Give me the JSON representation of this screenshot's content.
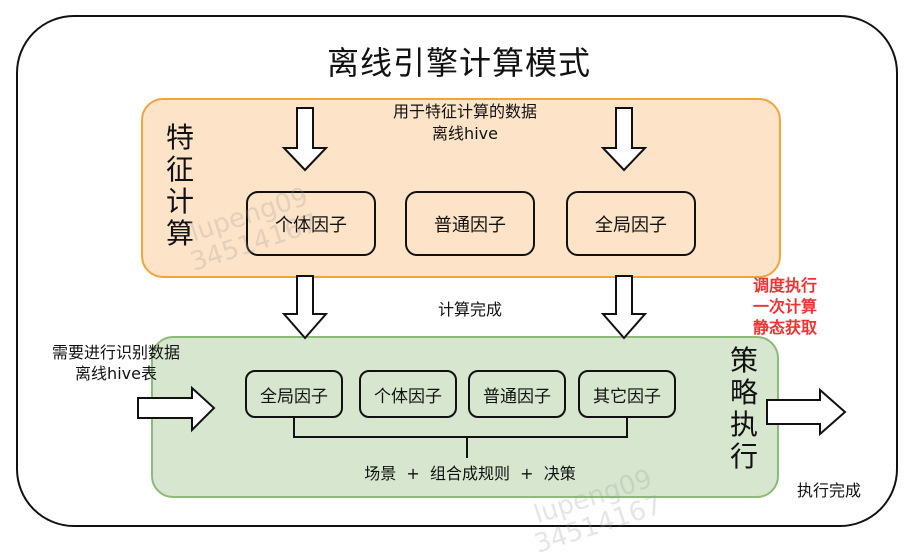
{
  "title": "离线引擎计算模式",
  "feature_section": {
    "side_label": "特征计算",
    "source_label_line1": "用于特征计算的数据",
    "source_label_line2": "离线hive",
    "factors": [
      "个体因子",
      "普通因子",
      "全局因子"
    ]
  },
  "transition_label": "计算完成",
  "schedule_note": [
    "调度执行",
    "一次计算",
    "静态获取"
  ],
  "strategy_section": {
    "side_label": "策略执行",
    "input_label_line1": "需要进行识别数据",
    "input_label_line2": "离线hive表",
    "factors": [
      "全局因子",
      "个体因子",
      "普通因子",
      "其它因子"
    ],
    "combine_label": "场景  +  组合成规则  +  决策",
    "output_label": "执行完成"
  },
  "watermark": {
    "name": "lupeng09",
    "id": "34514167"
  },
  "colors": {
    "feature_fill": "#fde3c8",
    "feature_border": "#f1a43a",
    "strategy_fill": "#d7e7cf",
    "strategy_border": "#8dba78",
    "note_red": "#ee3333"
  }
}
